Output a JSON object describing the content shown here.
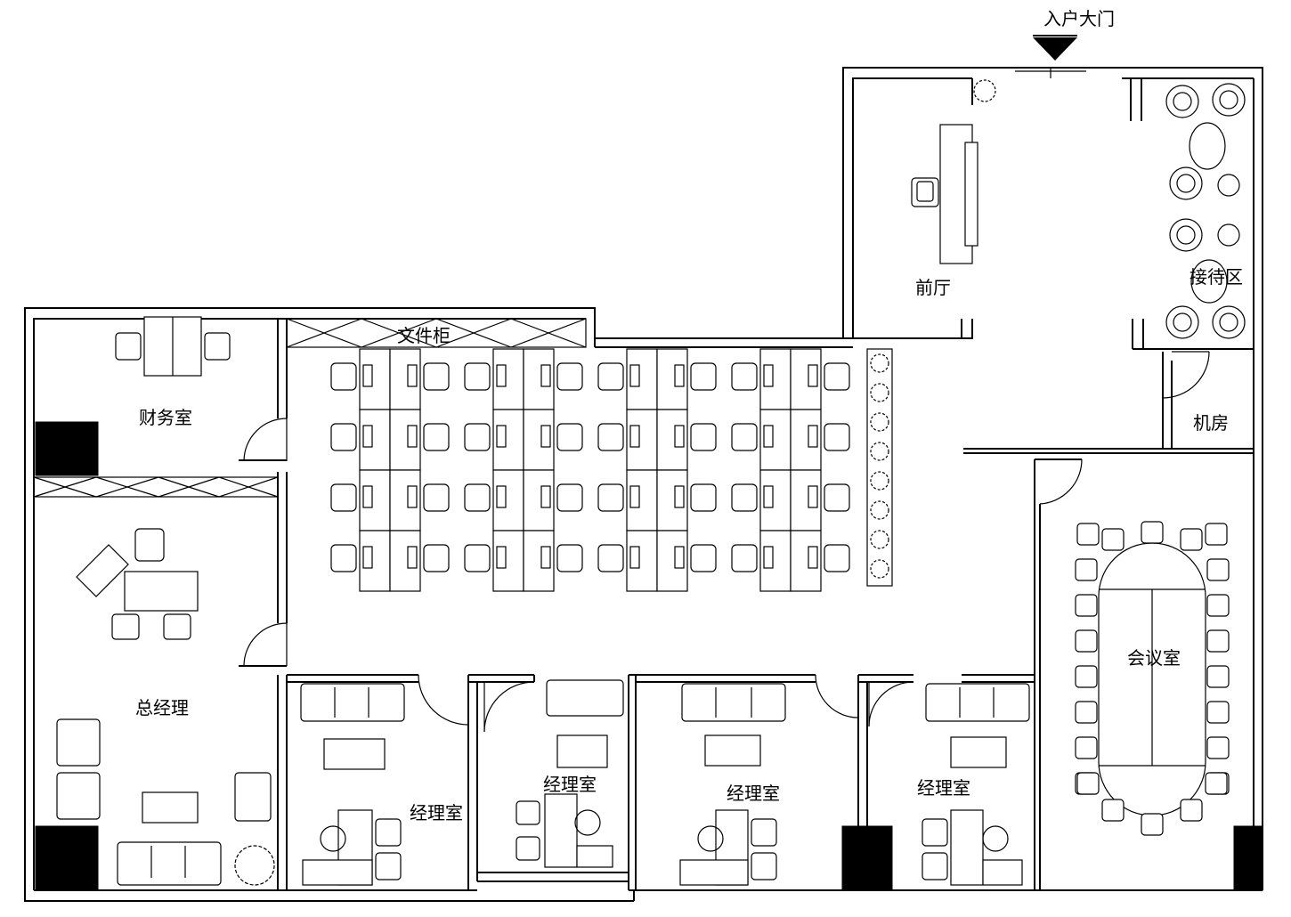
{
  "labels": {
    "entrance": "入户大门",
    "lobby": "前厅",
    "reception": "接待区",
    "file_cabinet": "文件柜",
    "finance": "财务室",
    "server_room": "机房",
    "general_manager": "总经理",
    "meeting_room": "会议室",
    "manager_room_1": "经理室",
    "manager_room_2": "经理室",
    "manager_room_3": "经理室",
    "manager_room_4": "经理室"
  },
  "colors": {
    "line": "#000000",
    "background": "#ffffff"
  },
  "icons": [
    "office-chair-icon",
    "potted-plant-icon",
    "sofa-icon",
    "desk-icon",
    "door-swing-icon"
  ]
}
